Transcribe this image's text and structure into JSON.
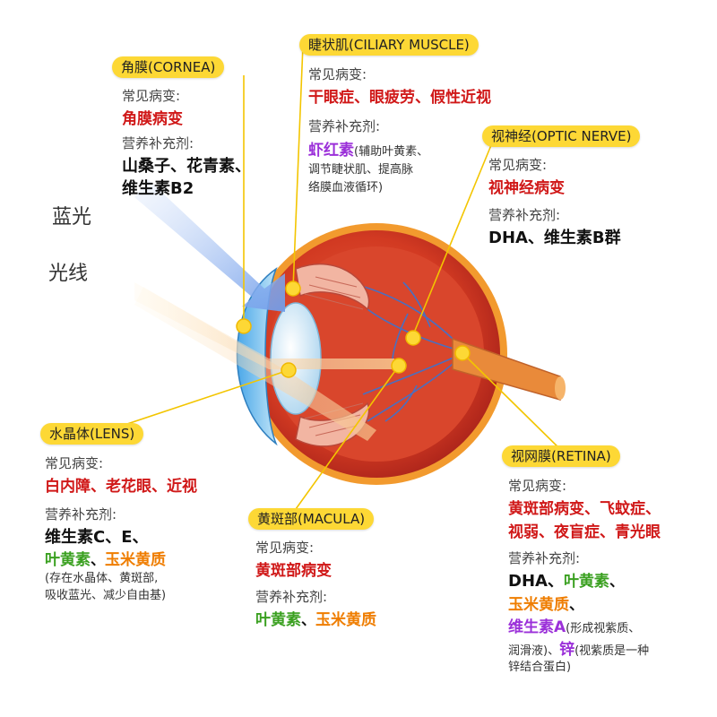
{
  "side_labels": {
    "blue_light": "蓝光",
    "light_ray": "光线"
  },
  "colors": {
    "pill": "#fdd835",
    "disease": "#d01818",
    "lutein": "#3aa020",
    "zeaxanthin": "#ef7d00",
    "vitamin_a": "#9b30d9",
    "light_ray": "#7aa6ee"
  },
  "cornea": {
    "title": "角膜(CORNEA)",
    "disease_label": "常见病变:",
    "disease": "角膜病变",
    "nutrient_label": "营养补充剂:",
    "nutrient_line1": "山桑子、花青素、",
    "nutrient_line2": "维生素B2"
  },
  "ciliary": {
    "title": "睫状肌(CILIARY MUSCLE)",
    "disease_label": "常见病变:",
    "disease": "干眼症、眼疲劳、假性近视",
    "nutrient_label": "营养补充剂:",
    "nutrient_main": "虾红素",
    "nutrient_note1": "(辅助叶黄素、",
    "nutrient_note2": "调节睫状肌、提高脉",
    "nutrient_note3": "络膜血液循环)"
  },
  "optic_nerve": {
    "title": "视神经(OPTIC NERVE)",
    "disease_label": "常见病变:",
    "disease": "视神经病变",
    "nutrient_label": "营养补充剂:",
    "nutrient": "DHA、维生素B群"
  },
  "lens": {
    "title": "水晶体(LENS)",
    "disease_label": "常见病变:",
    "disease": "白内障、老花眼、近视",
    "nutrient_label": "营养补充剂:",
    "nutrient_line1": "维生素C、E、",
    "nutrient_green": "叶黄素",
    "nutrient_sep": "、",
    "nutrient_orange": "玉米黄质",
    "note1": "(存在水晶体、黄斑部,",
    "note2": "吸收蓝光、减少自由基)"
  },
  "macula": {
    "title": "黄斑部(MACULA)",
    "disease_label": "常见病变:",
    "disease": "黄斑部病变",
    "nutrient_label": "营养补充剂:",
    "nutrient_green": "叶黄素",
    "nutrient_sep": "、",
    "nutrient_orange": "玉米黄质"
  },
  "retina": {
    "title": "视网膜(RETINA)",
    "disease_label": "常见病变:",
    "disease_line1": "黄斑部病变、飞蚊症、",
    "disease_line2": "视弱、夜盲症、青光眼",
    "nutrient_label": "营养补充剂:",
    "dha": "DHA、",
    "lutein": "叶黄素",
    "lutein_sep": "、",
    "zeaxanthin": "玉米黄质",
    "zeaxanthin_sep": "、",
    "vitamin_a": "维生素A",
    "vitamin_a_note": "(形成视紫质、",
    "note_line2": "润滑液)、",
    "zinc": "锌",
    "zinc_note": "(视紫质是一种",
    "note_line3": "锌结合蛋白)"
  }
}
